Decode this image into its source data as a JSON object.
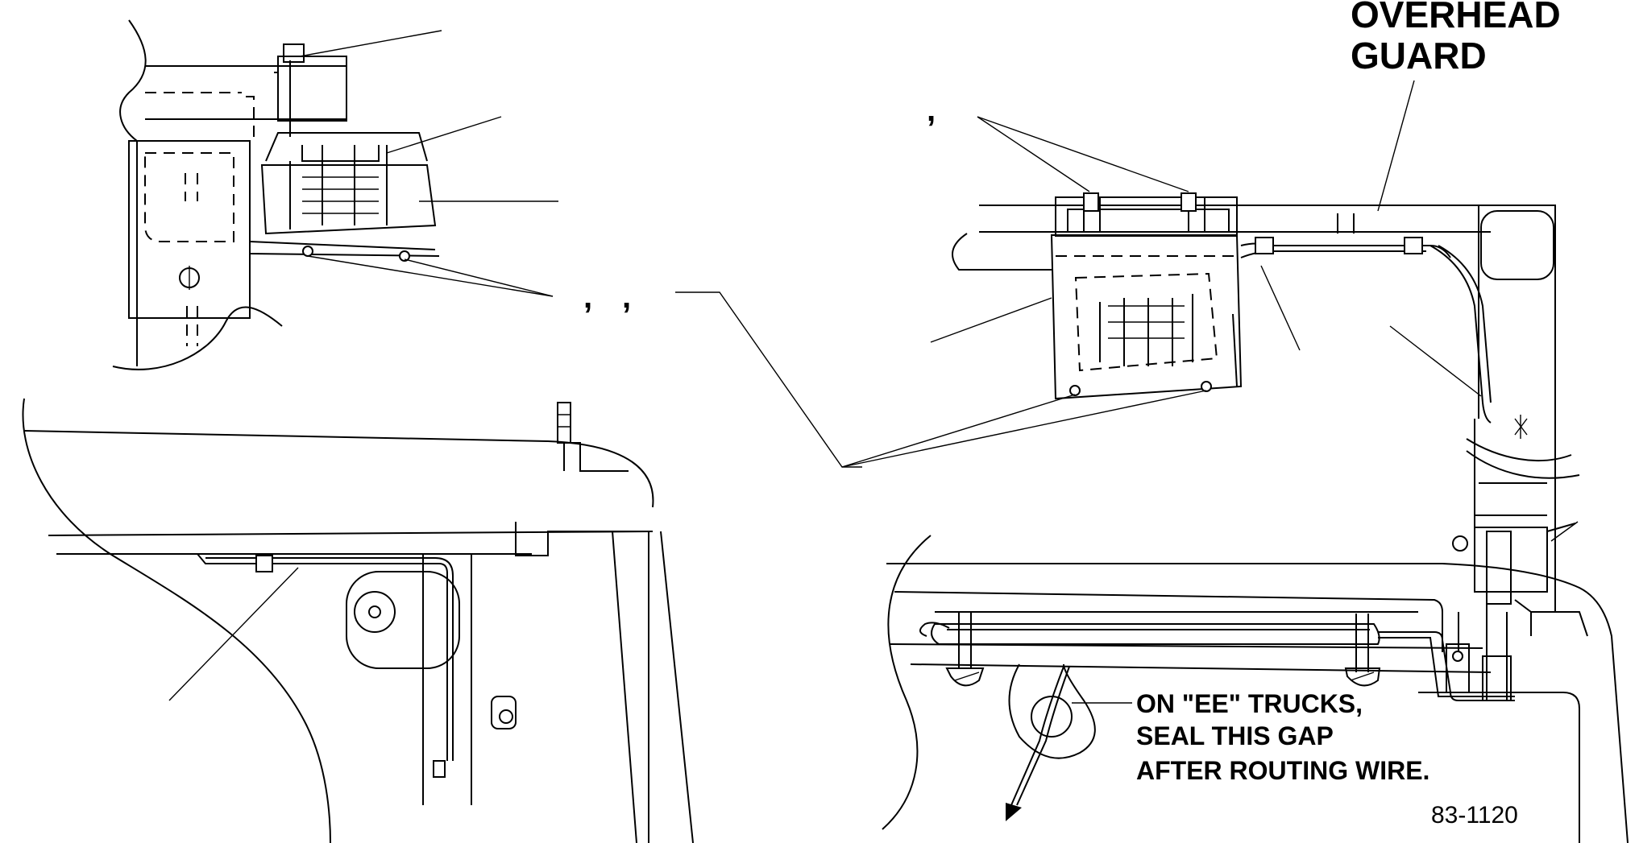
{
  "labels": {
    "overhead_guard_line1": "OVERHEAD",
    "overhead_guard_line2": "GUARD",
    "note_line1": "ON \"EE\" TRUCKS,",
    "note_line2": "SEAL THIS GAP",
    "note_line3": "AFTER ROUTING WIRE.",
    "figure_number": "83-1120",
    "comma_a": ",",
    "comma_b": ",",
    "comma_c": ","
  }
}
